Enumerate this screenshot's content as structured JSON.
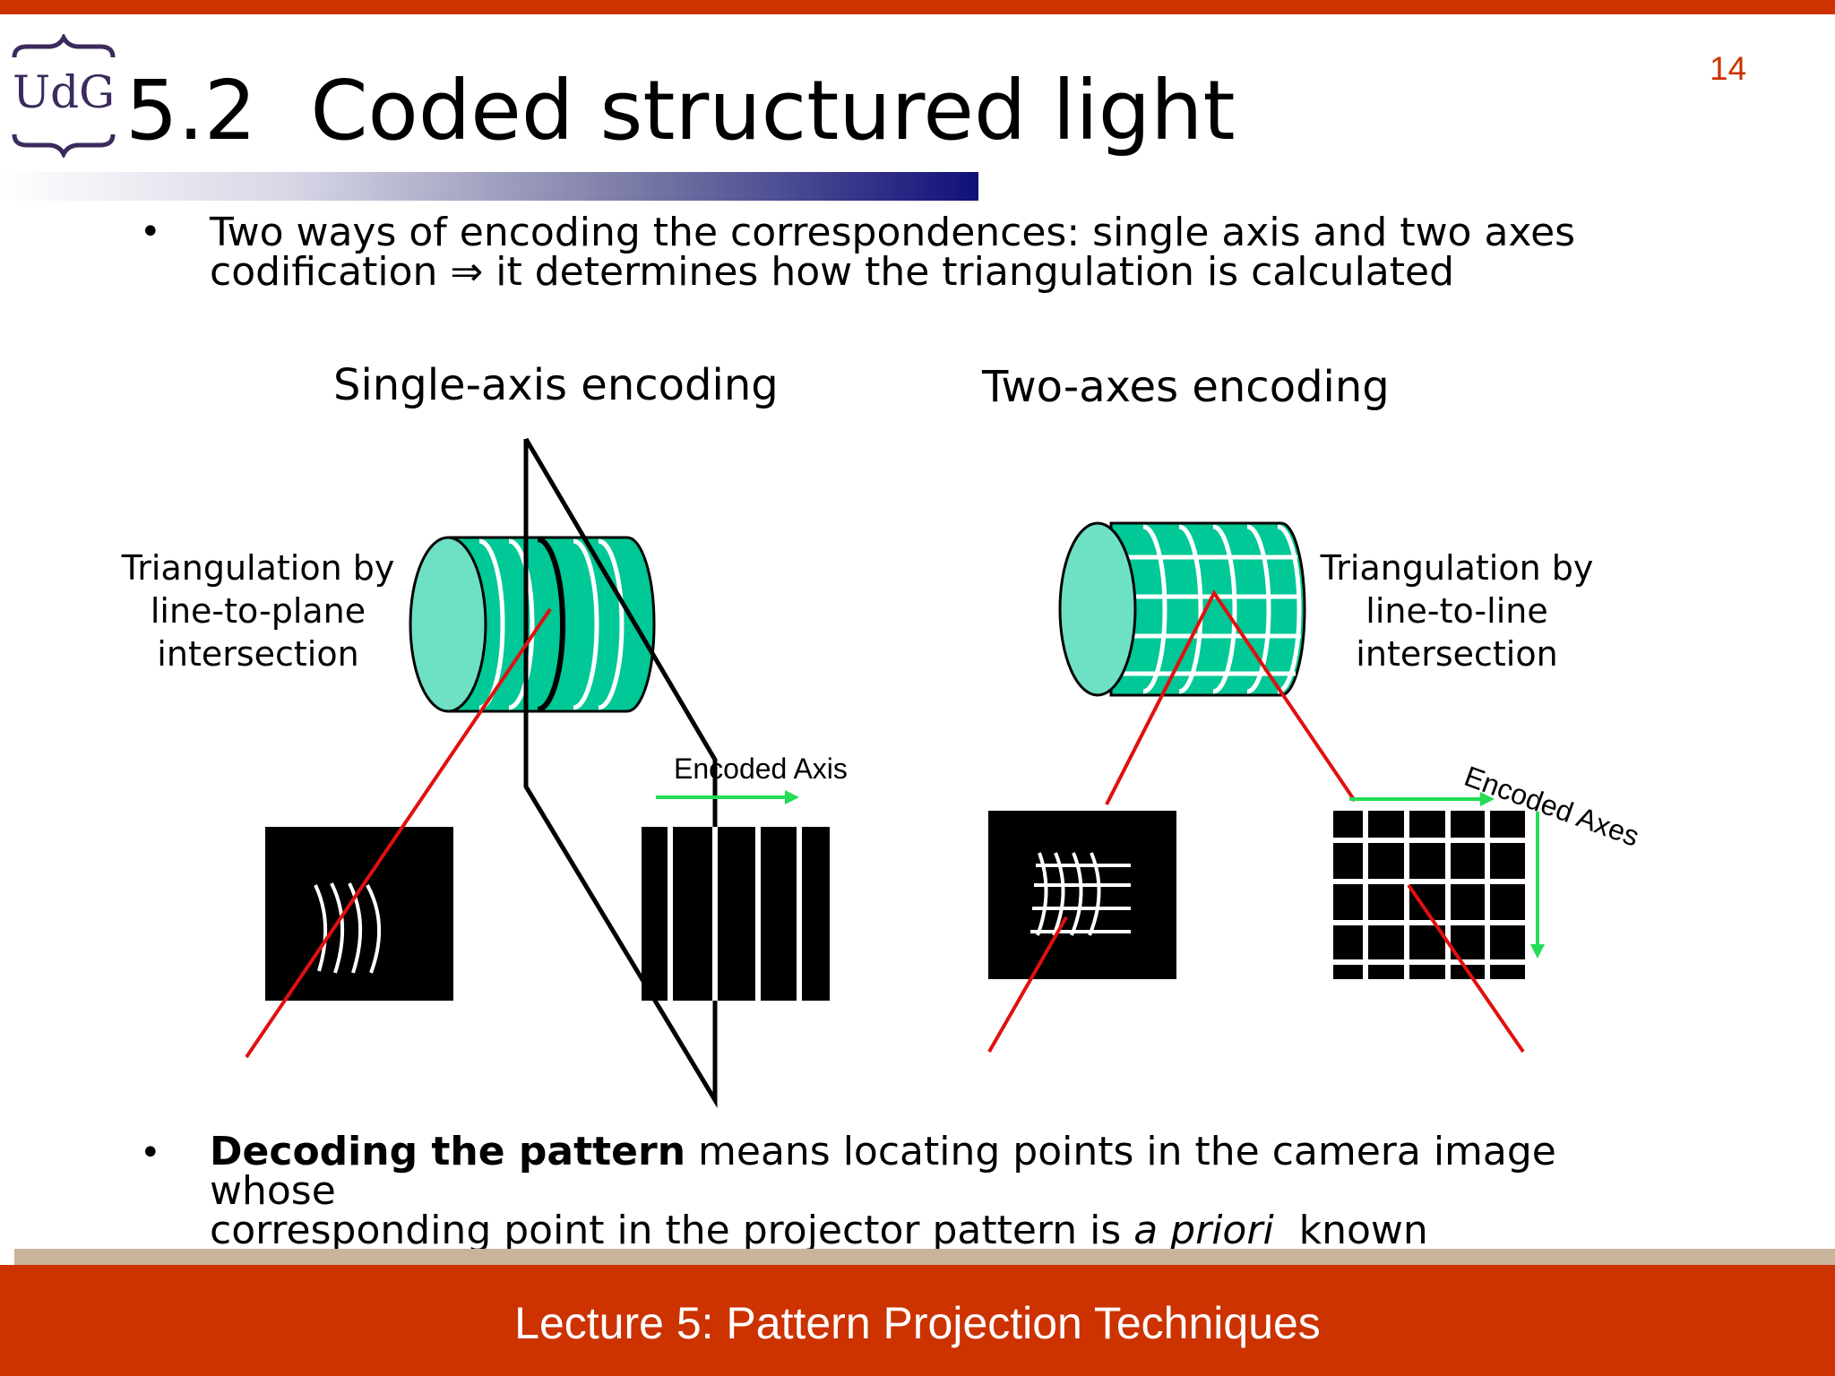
{
  "header": {
    "logo_text": "UdG",
    "title_number": "5.2",
    "title": "Coded structured light",
    "slide_number": "14"
  },
  "bullets": [
    {
      "marker": "•",
      "lines": [
        "Two ways of encoding the correspondences: single axis and two axes",
        "codification ⇒ it determines how the triangulation is calculated"
      ]
    },
    {
      "marker": "•",
      "bold": "Decoding the pattern",
      "text": " means locating points in the camera image whose",
      "line2_text": "corresponding point in the projector pattern is ",
      "line2_italic": "a priori",
      "line2_end": "  known"
    }
  ],
  "diagram": {
    "left": {
      "heading": "Single-axis encoding",
      "annotation": [
        "Triangulation by",
        "line-to-plane",
        "intersection"
      ],
      "axis_label": "Encoded Axis"
    },
    "right": {
      "heading": "Two-axes encoding",
      "annotation": [
        "Triangulation by",
        "line-to-line",
        "intersection"
      ],
      "axis_label": "Encoded Axes"
    },
    "colors": {
      "cylinder_body": "#00c896",
      "cylinder_face": "#6ee0c4",
      "ray": "#e01010",
      "axis_arrow": "#22dd55"
    }
  },
  "footer": {
    "text": "Lecture 5: Pattern Projection Techniques",
    "color": "#cc3300"
  }
}
